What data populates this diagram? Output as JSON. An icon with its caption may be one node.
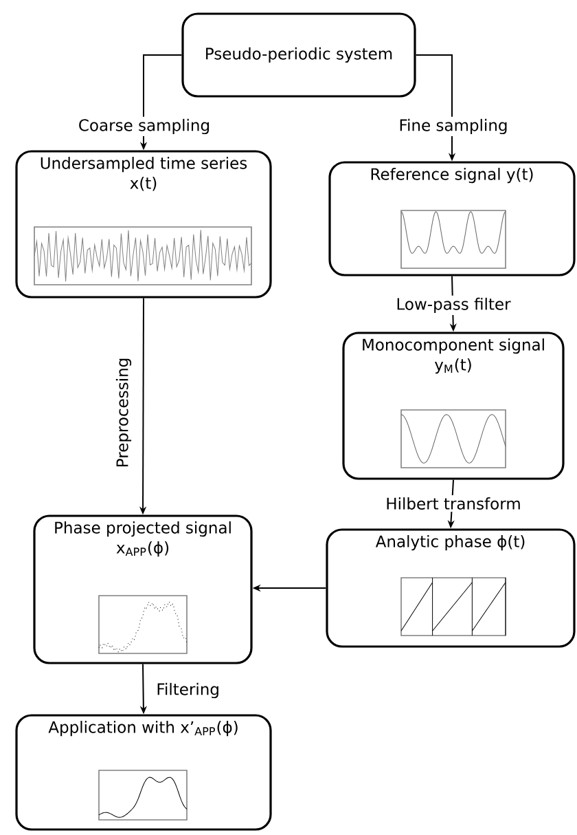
{
  "diagram": {
    "nodes": [
      {
        "text": [
          "Pseudo-periodic system"
        ]
      },
      {
        "text": [
          "Undersampled time series x(t)"
        ]
      },
      {
        "text": [
          "Reference signal y(t)"
        ]
      },
      {
        "text": [
          "Monocomponent signal y$_{M}$(t)"
        ]
      },
      {
        "text": [
          "Phase projected signal x$_{APP}$(ϕ)"
        ]
      },
      {
        "text": [
          "Analytic phase ϕ(t)"
        ]
      },
      {
        "text": [
          "Application with x’$_{APP}$(ϕ)"
        ]
      }
    ],
    "edges": [
      {
        "from": 0,
        "to": 1,
        "arrow": "to",
        "label": "Coarse sampling"
      },
      {
        "from": 0,
        "to": 2,
        "arrow": "to",
        "label": "Fine sampling"
      },
      {
        "from": 2,
        "to": 3,
        "arrow": "to",
        "label": "Low-pass filter"
      },
      {
        "from": 1,
        "to": 4,
        "arrow": "to",
        "label": "Preprocessing"
      },
      {
        "from": 3,
        "to": 5,
        "arrow": "to",
        "label": "Hilbert transform"
      },
      {
        "from": 5,
        "to": 4,
        "arrow": "to"
      },
      {
        "from": 4,
        "to": 6,
        "arrow": "to",
        "label": "Filtering"
      }
    ]
  }
}
